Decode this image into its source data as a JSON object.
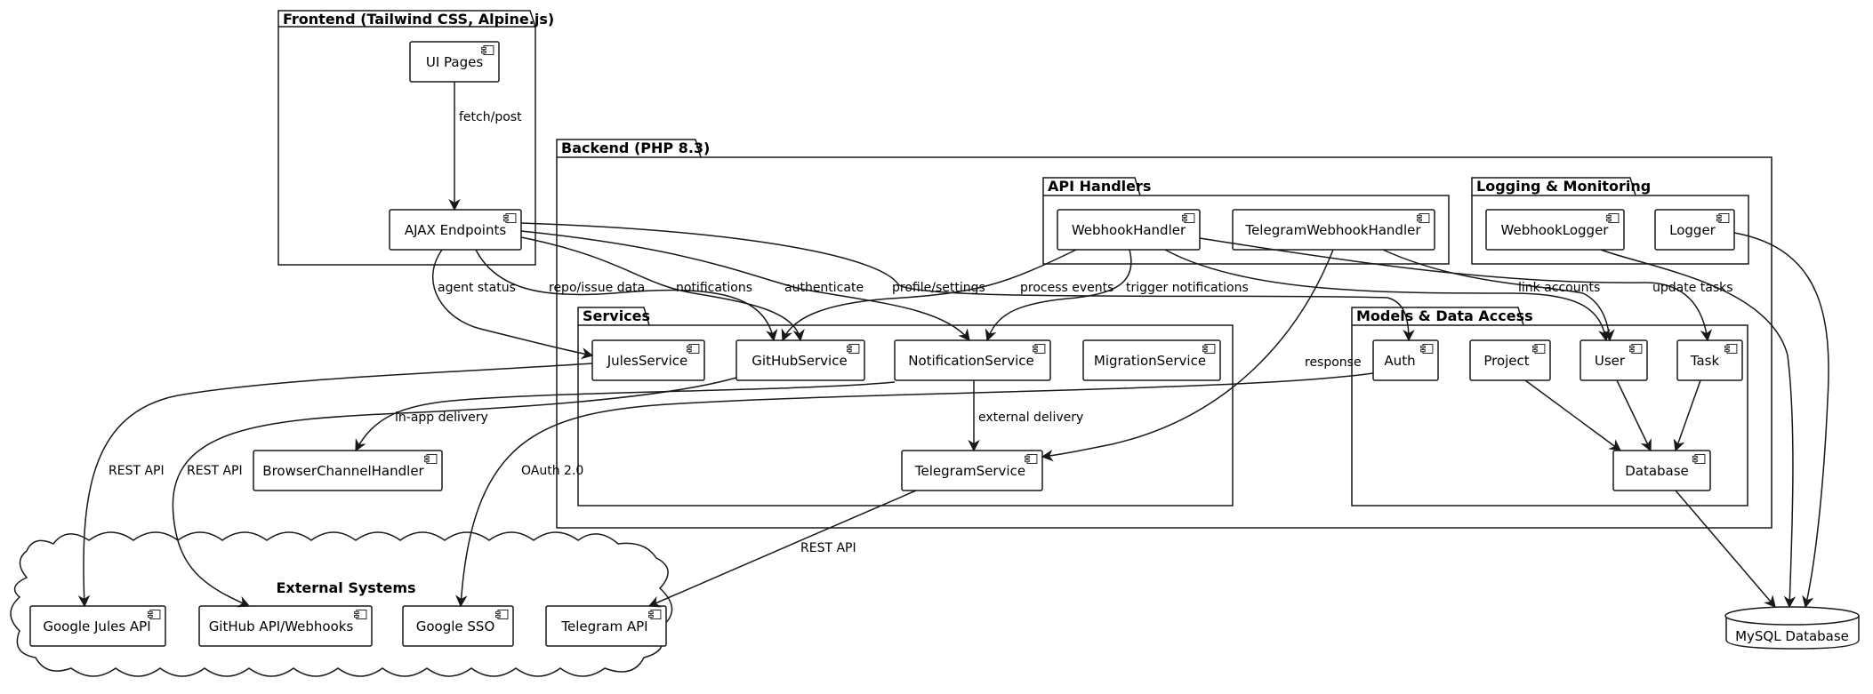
{
  "packages": {
    "frontend": "Frontend (Tailwind CSS, Alpine.js)",
    "backend": "Backend (PHP 8.3)",
    "api_handlers": "API Handlers",
    "logging": "Logging & Monitoring",
    "services": "Services",
    "models": "Models & Data Access",
    "external": "External Systems"
  },
  "components": {
    "ui_pages": "UI Pages",
    "ajax_endpoints": "AJAX Endpoints",
    "webhook_handler": "WebhookHandler",
    "telegram_webhook_handler": "TelegramWebhookHandler",
    "webhook_logger": "WebhookLogger",
    "logger": "Logger",
    "jules_service": "JulesService",
    "github_service": "GitHubService",
    "notification_service": "NotificationService",
    "migration_service": "MigrationService",
    "telegram_service": "TelegramService",
    "browser_channel_handler": "BrowserChannelHandler",
    "auth": "Auth",
    "project": "Project",
    "user": "User",
    "task": "Task",
    "database": "Database",
    "google_jules_api": "Google Jules API",
    "github_api": "GitHub API/Webhooks",
    "google_sso": "Google SSO",
    "telegram_api": "Telegram API",
    "mysql_database": "MySQL Database"
  },
  "edges": {
    "fetch_post": "fetch/post",
    "agent_status": "agent status",
    "repo_issue_data": "repo/issue data",
    "notifications": "notifications",
    "authenticate": "authenticate",
    "profile_settings": "profile/settings",
    "process_events": "process events",
    "trigger_notifications": "trigger notifications",
    "link_accounts": "link accounts",
    "update_tasks": "update tasks",
    "response": "response",
    "in_app_delivery": "in-app delivery",
    "external_delivery": "external delivery",
    "rest_api_jules": "REST API",
    "rest_api_github": "REST API",
    "oauth": "OAuth 2.0",
    "rest_api_telegram": "REST API"
  }
}
